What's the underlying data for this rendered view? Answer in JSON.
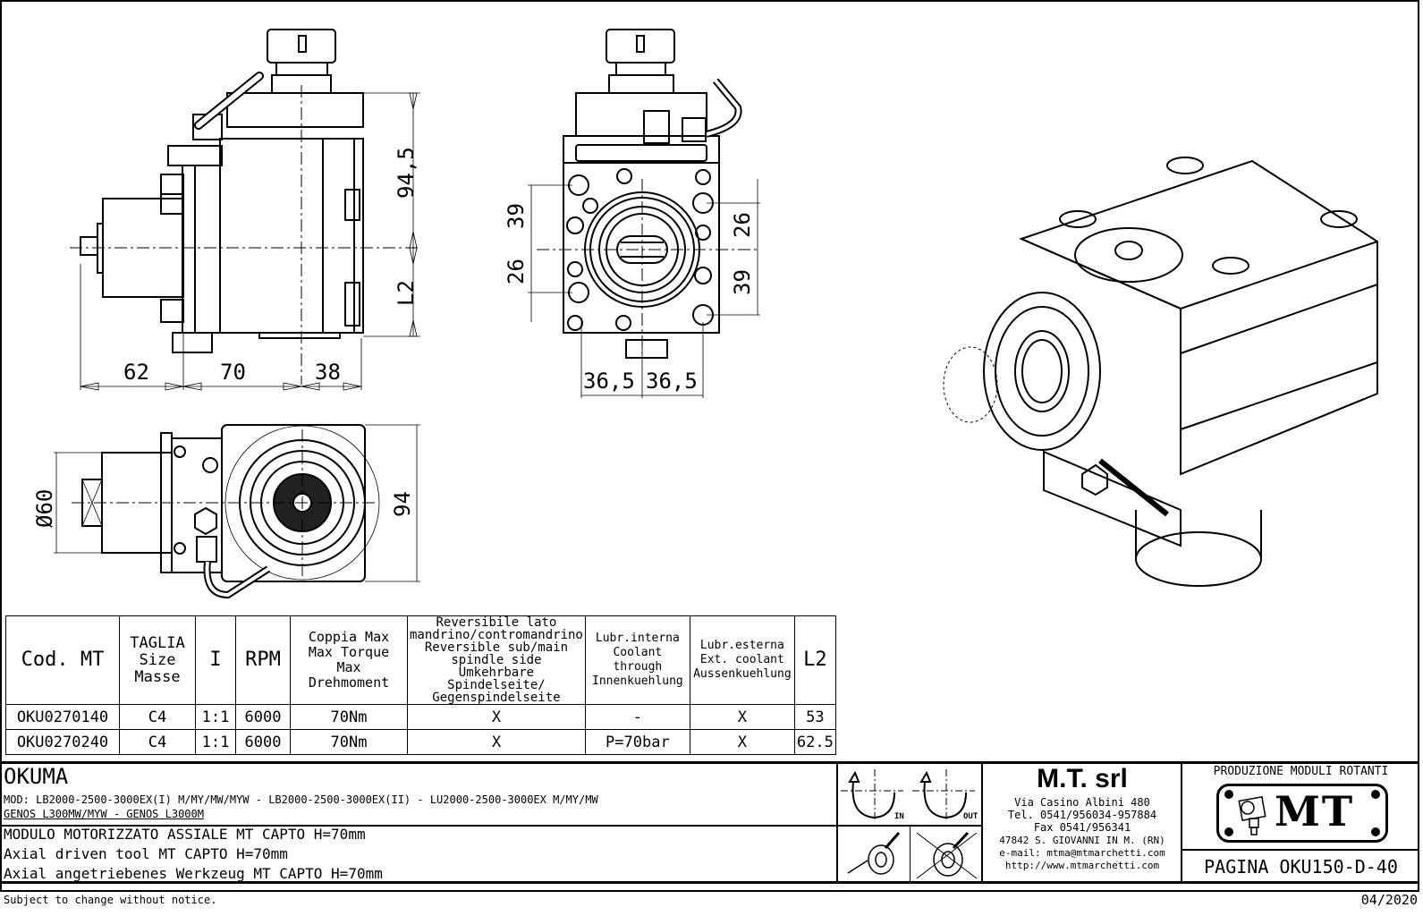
{
  "drawing": {
    "dimensions": {
      "side_view": {
        "height_upper": "94,5",
        "height_lower": "L2",
        "length_a": "62",
        "length_b": "70",
        "length_c": "38"
      },
      "front_view": {
        "left_top": "39",
        "left_bottom": "26",
        "right_top": "26",
        "right_bottom": "39",
        "width_left": "36,5",
        "width_right": "36,5"
      },
      "top_view": {
        "diameter": "Ø60",
        "height": "94"
      }
    }
  },
  "spec_table": {
    "headers": [
      {
        "lines": [
          "Cod. MT"
        ]
      },
      {
        "lines": [
          "TAGLIA",
          "Size",
          "Masse"
        ]
      },
      {
        "lines": [
          "I"
        ]
      },
      {
        "lines": [
          "RPM"
        ]
      },
      {
        "lines": [
          "Coppia Max",
          "Max Torque",
          "Max Drehmoment"
        ]
      },
      {
        "lines": [
          "Reversibile lato",
          "mandrino/contromandrino",
          "Reversible sub/main",
          "spindle side",
          "Umkehrbare Spindelseite/",
          "Gegenspindelseite"
        ]
      },
      {
        "lines": [
          "Lubr.interna",
          "Coolant through",
          "Innenkuehlung"
        ]
      },
      {
        "lines": [
          "Lubr.esterna",
          "Ext. coolant",
          "Aussenkuehlung"
        ]
      },
      {
        "lines": [
          "L2"
        ]
      }
    ],
    "rows": [
      [
        "OKU0270140",
        "C4",
        "1:1",
        "6000",
        "70Nm",
        "X",
        "-",
        "X",
        "53"
      ],
      [
        "OKU0270240",
        "C4",
        "1:1",
        "6000",
        "70Nm",
        "X",
        "P=70bar",
        "X",
        "62.5"
      ]
    ]
  },
  "title_block": {
    "brand": "OKUMA",
    "models_line1": "MOD: LB2000-2500-3000EX(I) M/MY/MW/MYW - LB2000-2500-3000EX(II) - LU2000-2500-3000EX M/MY/MW",
    "models_line2": "GENOS L300MW/MYW - GENOS L3000M",
    "desc_it": "MODULO MOTORIZZATO ASSIALE MT CAPTO H=70mm",
    "desc_en": "Axial driven tool MT CAPTO H=70mm",
    "desc_de": "Axial angetriebenes Werkzeug MT CAPTO H=70mm",
    "rotation_in": "IN",
    "rotation_out": "OUT",
    "company": {
      "name": "M.T. srl",
      "address": "Via Casino Albini 480",
      "tel": "Tel. 0541/956034-957884",
      "fax": "Fax 0541/956341",
      "city": "47842 S. GIOVANNI IN M. (RN)",
      "email": "e-mail: mtma@mtmarchetti.com",
      "web": "http://www.mtmarchetti.com"
    },
    "production_label": "PRODUZIONE MODULI ROTANTI",
    "logo_text": "MT",
    "page": "PAGINA OKU150-D-40"
  },
  "footer": {
    "notice": "Subject to change without notice.",
    "date": "04/2020"
  }
}
